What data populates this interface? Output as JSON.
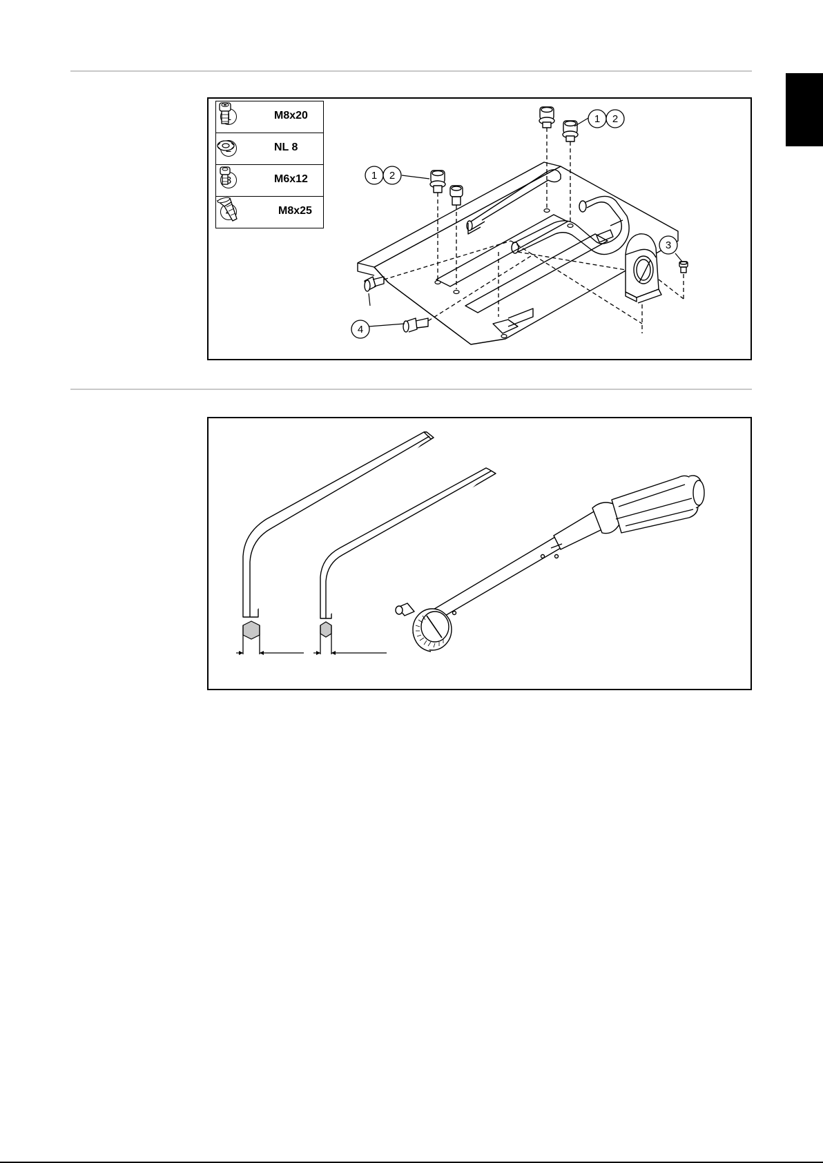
{
  "legend": {
    "rows": [
      {
        "number": "1",
        "code": "M8x20",
        "icon": "socket-head-screw-icon"
      },
      {
        "number": "2",
        "code": "NL 8",
        "icon": "lock-washer-icon"
      },
      {
        "number": "3",
        "code": "M6x12",
        "icon": "small-socket-screw-icon"
      },
      {
        "number": "4",
        "code": "M8x25",
        "icon": "countersunk-screw-icon"
      }
    ]
  },
  "callouts": {
    "left_pair": [
      "1",
      "2"
    ],
    "right_pair": [
      "1",
      "2"
    ],
    "side": "3",
    "bottom": "4"
  },
  "colors": {
    "line": "#000000",
    "rule": "#c8c8c8",
    "hex_fill": "#c8c8c8"
  }
}
